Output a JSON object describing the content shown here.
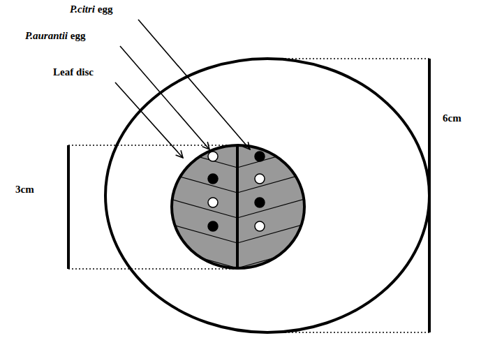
{
  "diagram": {
    "labels": [
      "P.citri egg",
      "P.aurantii egg",
      "Leaf disc",
      "3cm",
      "6cm"
    ]
  }
}
